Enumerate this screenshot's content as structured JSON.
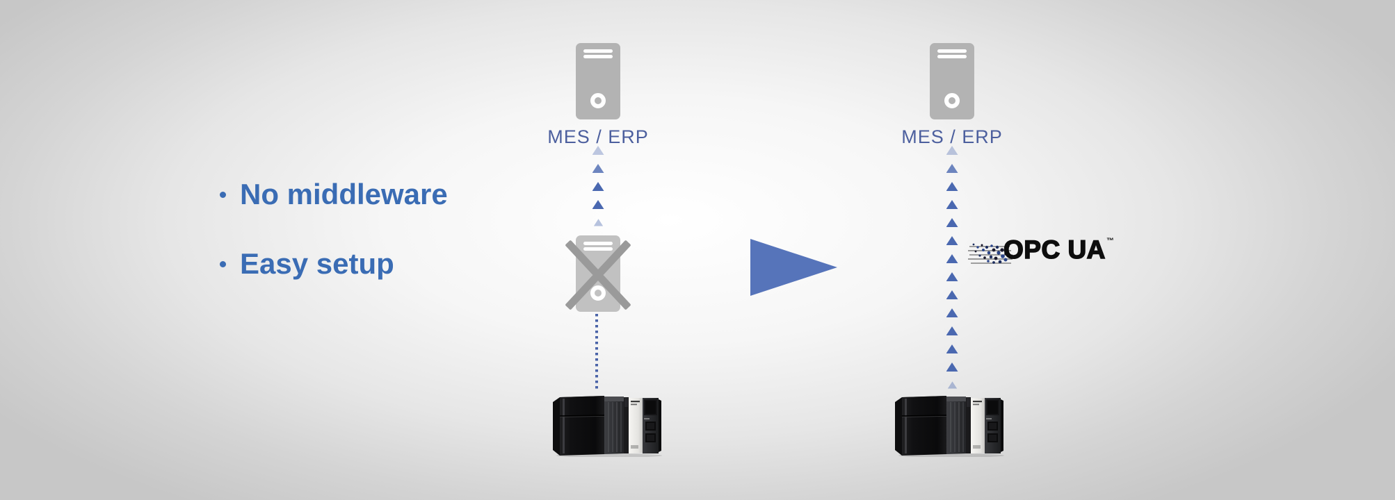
{
  "scene": {
    "bullets": {
      "marker": "",
      "items": [
        {
          "label": "No middleware"
        },
        {
          "label": "Easy setup"
        }
      ]
    },
    "before": {
      "server_label": "MES / ERP",
      "arrow_chain": {
        "count": 5,
        "direction": "up"
      },
      "middleware_crossed_out": true
    },
    "after": {
      "server_label": "MES / ERP",
      "arrow_chain": {
        "count": 14,
        "direction": "up"
      },
      "protocol_logo": {
        "label": "OPC UA",
        "trademark": "™"
      }
    },
    "colors": {
      "bullet_text": "#3a6cb4",
      "label_text": "#4c5f9e",
      "chain_triangle": "#4a68b0",
      "transition_arrow": "#5674ba",
      "dotted_line": "#4a63a8",
      "server_gray": "#b3b3b3",
      "cross_gray": "#9a9a9a",
      "logo_black": "#0d0d0d"
    }
  }
}
